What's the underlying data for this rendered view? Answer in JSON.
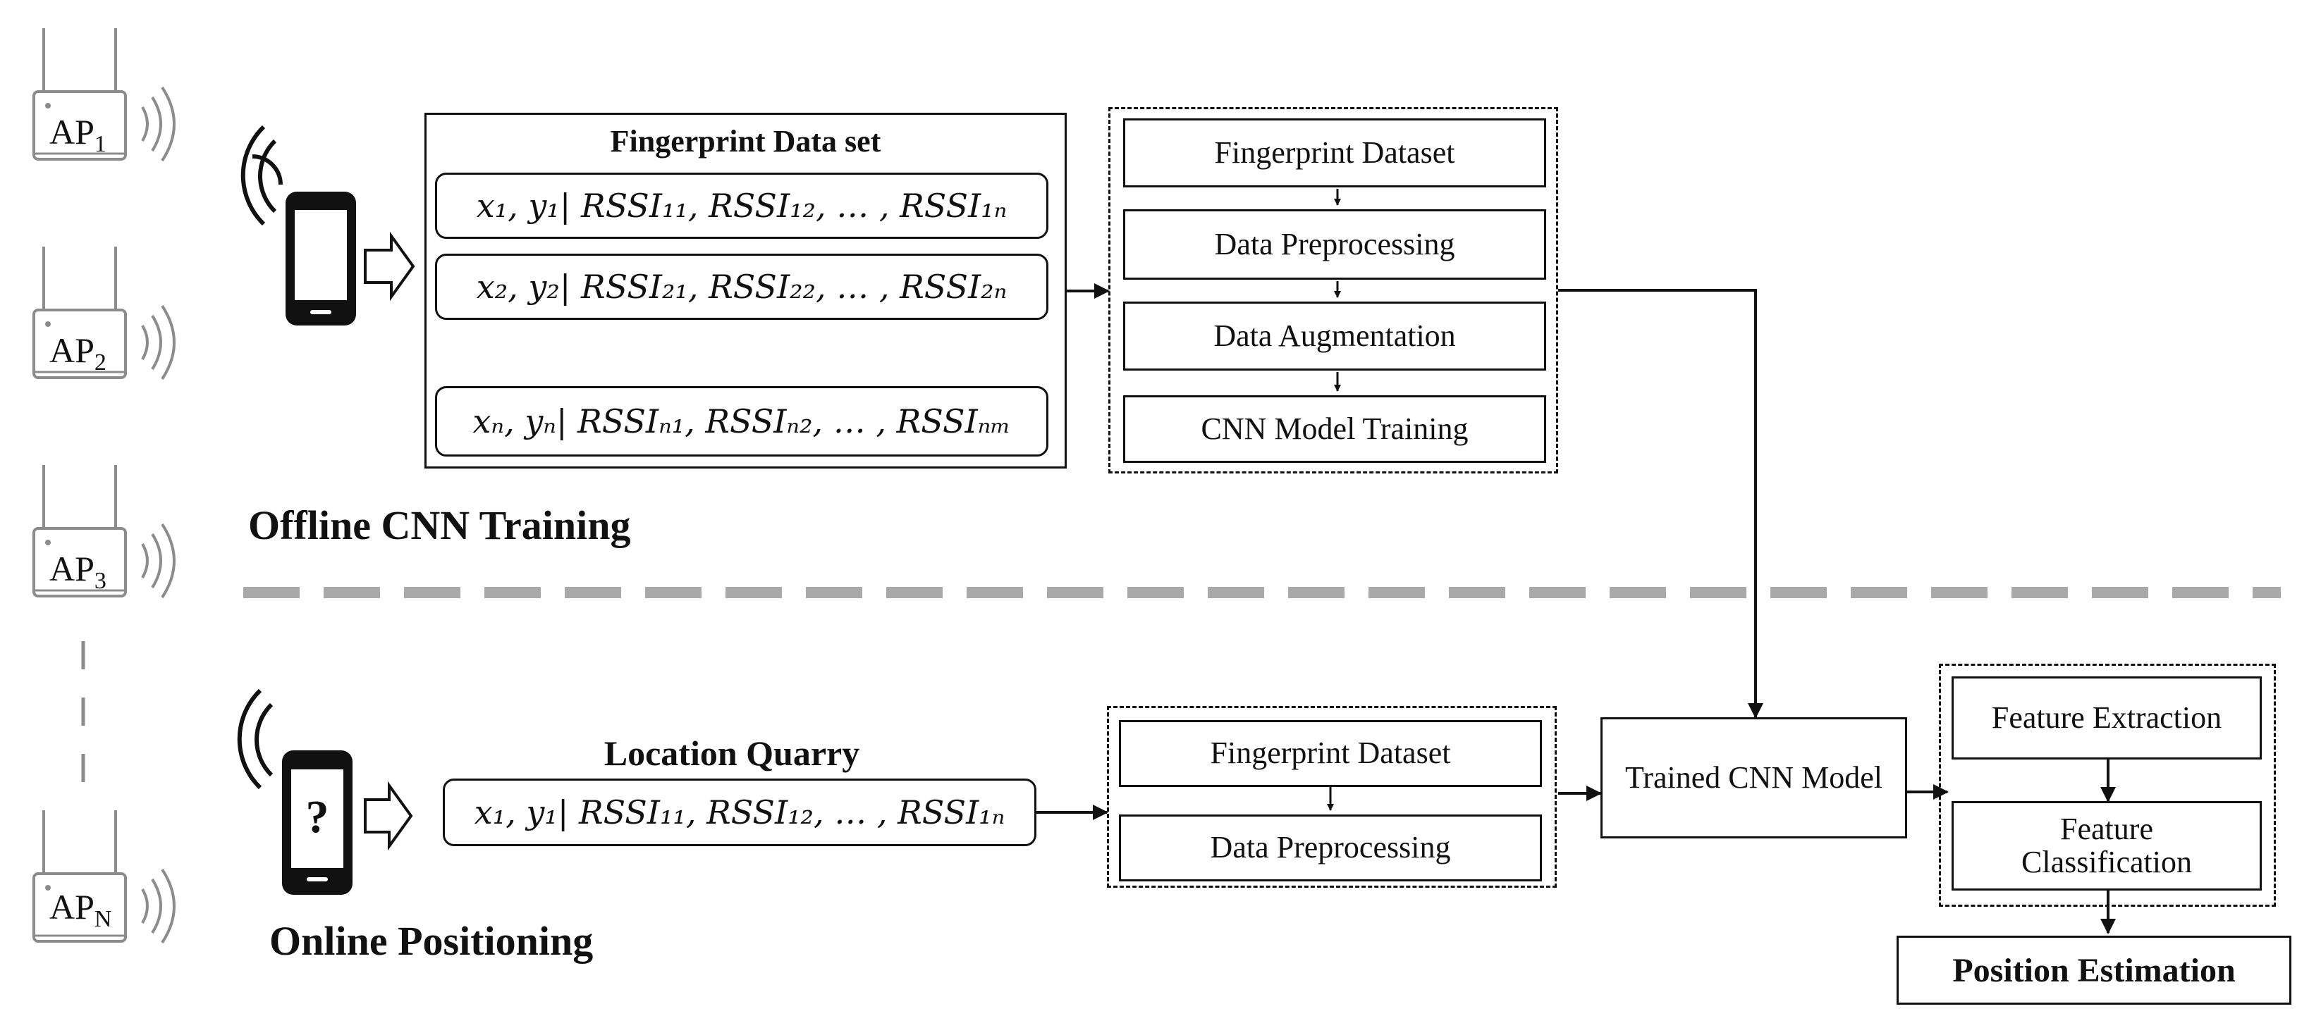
{
  "access_points": [
    {
      "prefix": "AP",
      "sub": "1"
    },
    {
      "prefix": "AP",
      "sub": "2"
    },
    {
      "prefix": "AP",
      "sub": "3"
    },
    {
      "prefix": "AP",
      "sub": "N"
    }
  ],
  "offline": {
    "section_title": "Offline CNN Training",
    "fingerprint_title": "Fingerprint Data set",
    "rows": [
      "x₁, y₁| RSSI₁₁, RSSI₁₂, … , RSSI₁ₙ",
      "x₂, y₂| RSSI₂₁, RSSI₂₂, … , RSSI₂ₙ",
      "xₙ, yₙ| RSSIₙ₁, RSSIₙ₂, … , RSSIₙₘ"
    ],
    "pipeline": [
      "Fingerprint Dataset",
      "Data Preprocessing",
      "Data Augmentation",
      "CNN Model Training"
    ]
  },
  "online": {
    "section_title": "Online Positioning",
    "query_title": "Location Quarry",
    "query_row": "x₁, y₁| RSSI₁₁, RSSI₁₂, … , RSSI₁ₙ",
    "phone_symbol": "?",
    "pipeline": [
      "Fingerprint Dataset",
      "Data Preprocessing"
    ],
    "trained_model": "Trained CNN Model",
    "feature_steps": [
      "Feature Extraction",
      "Feature Classification"
    ],
    "result": "Position Estimation"
  },
  "colors": {
    "line": "#111111",
    "separator": "#a9a9a9",
    "ap_outline": "#8c8c8c"
  }
}
